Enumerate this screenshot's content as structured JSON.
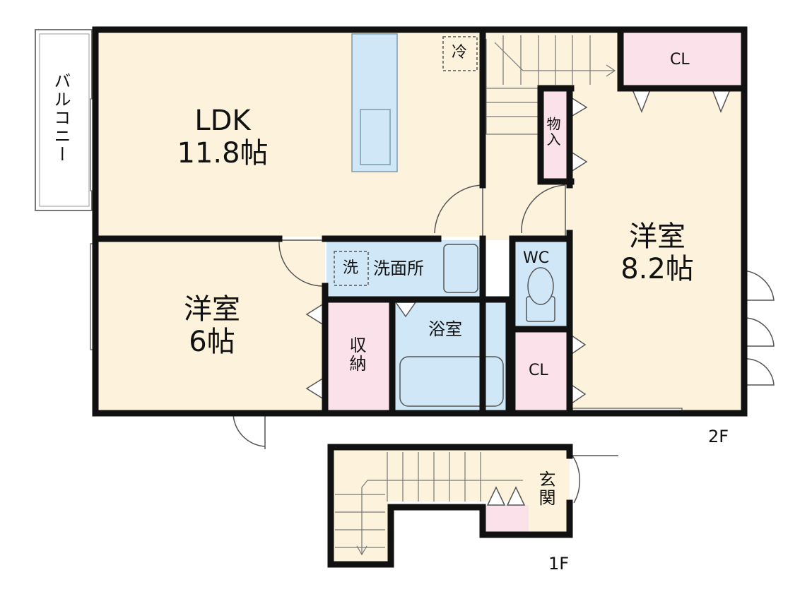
{
  "floor_2": {
    "label": "2F",
    "balcony": "バルコニー",
    "ldk": {
      "name": "LDK",
      "size": "11.8帖"
    },
    "fridge": "冷",
    "closet_top": "CL",
    "storage_small": "物入",
    "bedroom_left": {
      "name": "洋室",
      "size": "6帖"
    },
    "bedroom_right": {
      "name": "洋室",
      "size": "8.2帖"
    },
    "washer": "洗",
    "washroom": "洗面所",
    "wc": "WC",
    "bathroom": "浴室",
    "storage": "収納",
    "closet_bottom": "CL"
  },
  "floor_1": {
    "label": "1F",
    "entrance": "玄関"
  },
  "colors": {
    "room_fill": "#fdf3dc",
    "water_fill": "#cfe7f6",
    "storage_fill": "#fbe1ea",
    "wall": "#111111"
  }
}
